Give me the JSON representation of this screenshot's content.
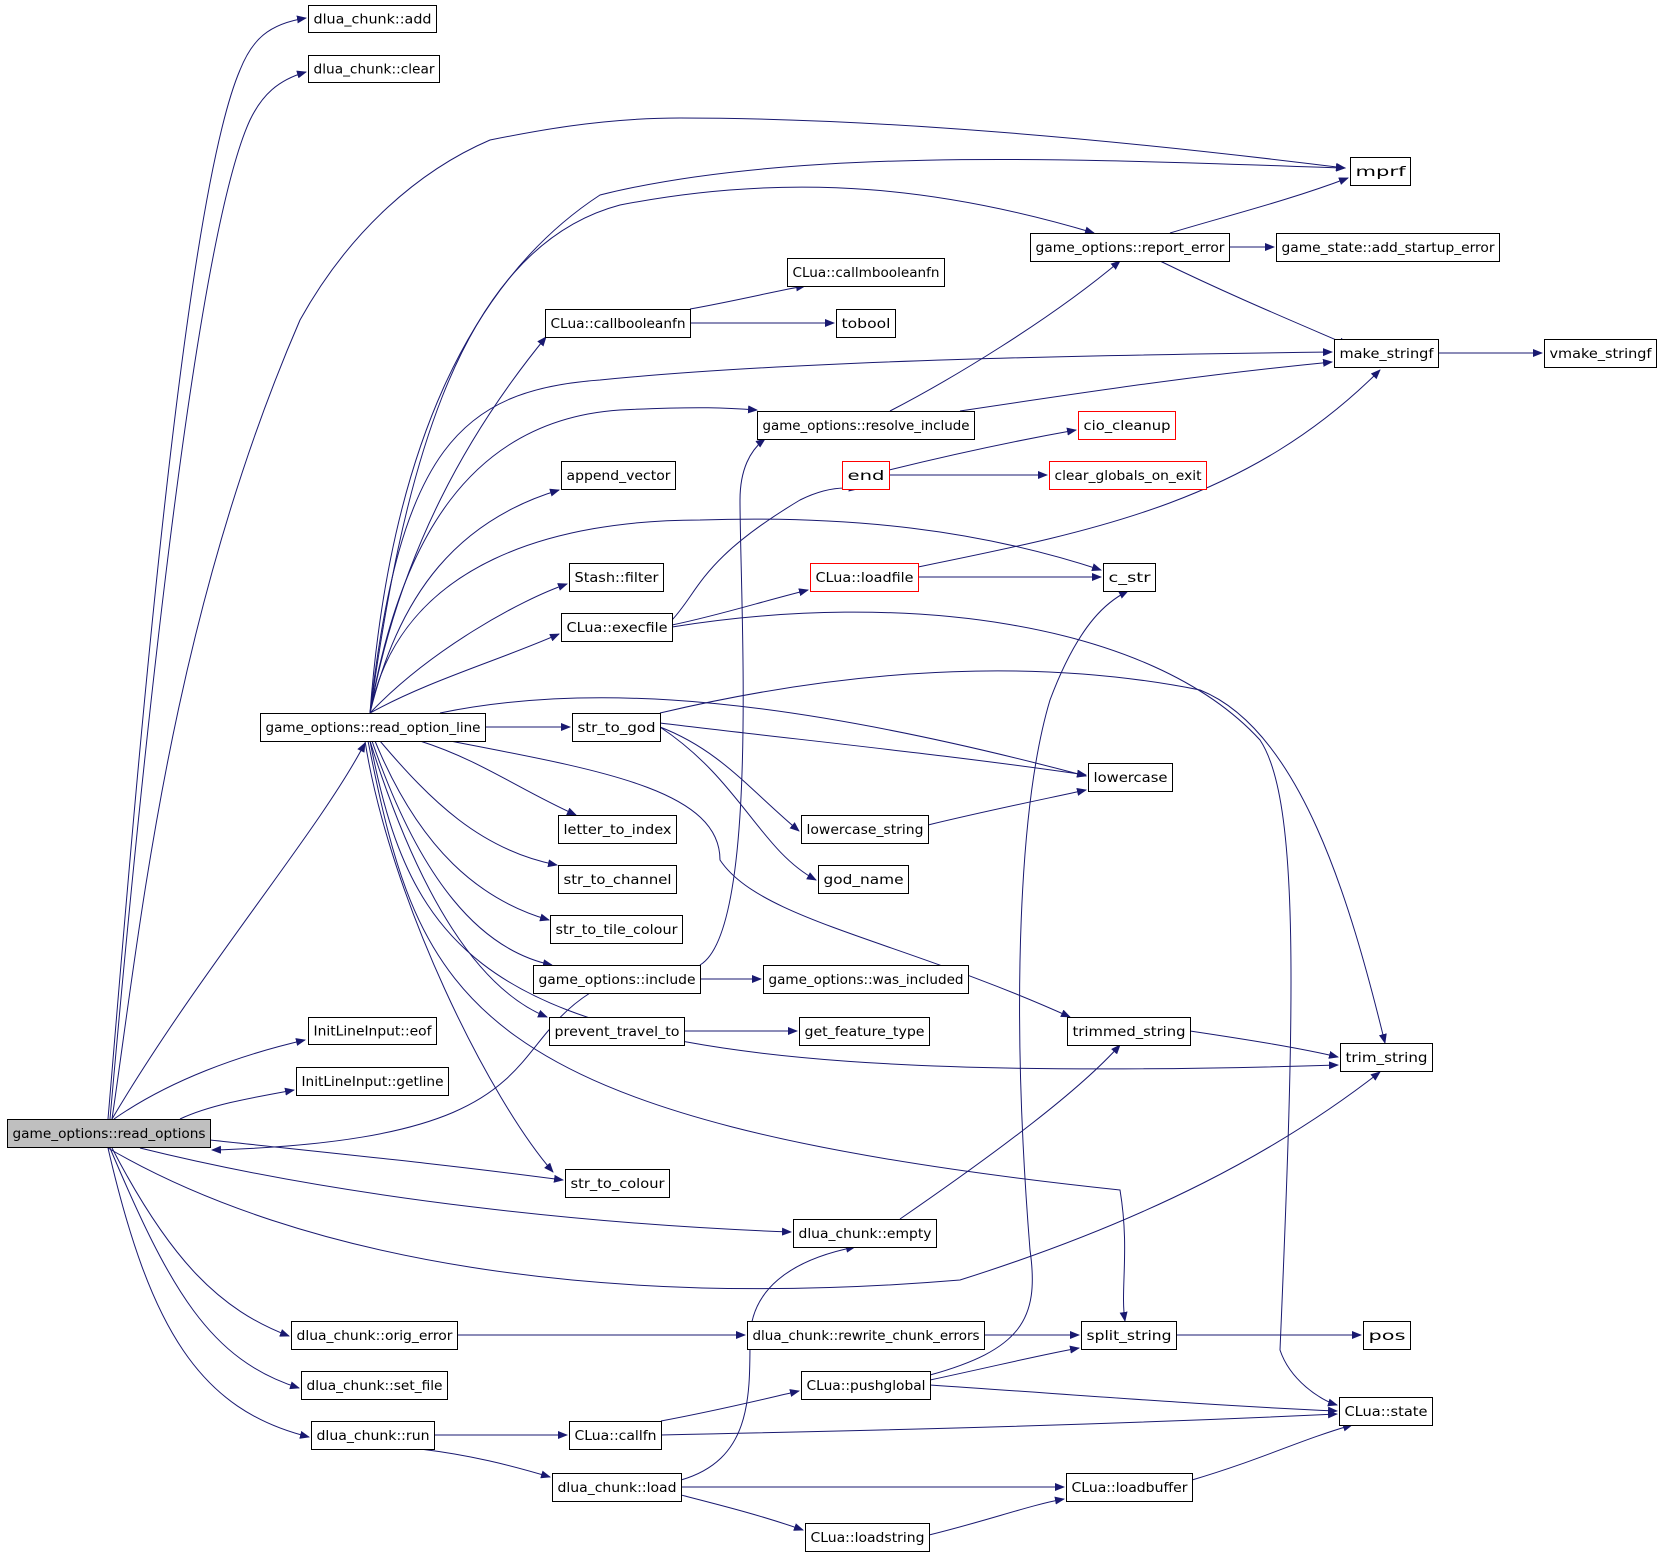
{
  "graph": {
    "colors": {
      "edge": "#191970",
      "node_border": "#000000",
      "node_border_truncated": "#ff0000",
      "node_fill": "#ffffff",
      "root_fill": "#bfbfbf"
    },
    "nodes": [
      {
        "id": "read_options",
        "label": "game_options::read_options",
        "root": true
      },
      {
        "id": "add",
        "label": "dlua_chunk::add"
      },
      {
        "id": "clear",
        "label": "dlua_chunk::clear"
      },
      {
        "id": "mprf",
        "label": "mprf"
      },
      {
        "id": "report_error",
        "label": "game_options::report_error"
      },
      {
        "id": "add_startup_error",
        "label": "game_state::add_startup_error"
      },
      {
        "id": "callmbooleanfn",
        "label": "CLua::callmbooleanfn"
      },
      {
        "id": "callbooleanfn",
        "label": "CLua::callbooleanfn"
      },
      {
        "id": "tobool",
        "label": "tobool"
      },
      {
        "id": "make_stringf",
        "label": "make_stringf"
      },
      {
        "id": "vmake_stringf",
        "label": "vmake_stringf"
      },
      {
        "id": "resolve_include",
        "label": "game_options::resolve_include"
      },
      {
        "id": "cio_cleanup",
        "label": "cio_cleanup",
        "truncated": true
      },
      {
        "id": "append_vector",
        "label": "append_vector"
      },
      {
        "id": "end",
        "label": "end",
        "truncated": true
      },
      {
        "id": "clear_globals",
        "label": "clear_globals_on_exit",
        "truncated": true
      },
      {
        "id": "stash_filter",
        "label": "Stash::filter"
      },
      {
        "id": "loadfile",
        "label": "CLua::loadfile",
        "truncated": true
      },
      {
        "id": "c_str",
        "label": "c_str"
      },
      {
        "id": "execfile",
        "label": "CLua::execfile"
      },
      {
        "id": "read_option_line",
        "label": "game_options::read_option_line"
      },
      {
        "id": "str_to_god",
        "label": "str_to_god"
      },
      {
        "id": "lowercase",
        "label": "lowercase"
      },
      {
        "id": "letter_to_index",
        "label": "letter_to_index"
      },
      {
        "id": "lowercase_string",
        "label": "lowercase_string"
      },
      {
        "id": "str_to_channel",
        "label": "str_to_channel"
      },
      {
        "id": "god_name",
        "label": "god_name"
      },
      {
        "id": "str_to_tile_colour",
        "label": "str_to_tile_colour"
      },
      {
        "id": "include",
        "label": "game_options::include"
      },
      {
        "id": "was_included",
        "label": "game_options::was_included"
      },
      {
        "id": "eof",
        "label": "InitLineInput::eof"
      },
      {
        "id": "prevent_travel_to",
        "label": "prevent_travel_to"
      },
      {
        "id": "get_feature_type",
        "label": "get_feature_type"
      },
      {
        "id": "trimmed_string",
        "label": "trimmed_string"
      },
      {
        "id": "trim_string",
        "label": "trim_string"
      },
      {
        "id": "getline",
        "label": "InitLineInput::getline"
      },
      {
        "id": "str_to_colour",
        "label": "str_to_colour"
      },
      {
        "id": "empty",
        "label": "dlua_chunk::empty"
      },
      {
        "id": "orig_error",
        "label": "dlua_chunk::orig_error"
      },
      {
        "id": "rewrite_chunk_errors",
        "label": "dlua_chunk::rewrite_chunk_errors"
      },
      {
        "id": "split_string",
        "label": "split_string"
      },
      {
        "id": "pos",
        "label": "pos"
      },
      {
        "id": "set_file",
        "label": "dlua_chunk::set_file"
      },
      {
        "id": "pushglobal",
        "label": "CLua::pushglobal"
      },
      {
        "id": "state",
        "label": "CLua::state"
      },
      {
        "id": "run",
        "label": "dlua_chunk::run"
      },
      {
        "id": "callfn",
        "label": "CLua::callfn"
      },
      {
        "id": "load",
        "label": "dlua_chunk::load"
      },
      {
        "id": "loadbuffer",
        "label": "CLua::loadbuffer"
      },
      {
        "id": "loadstring",
        "label": "CLua::loadstring"
      }
    ]
  }
}
